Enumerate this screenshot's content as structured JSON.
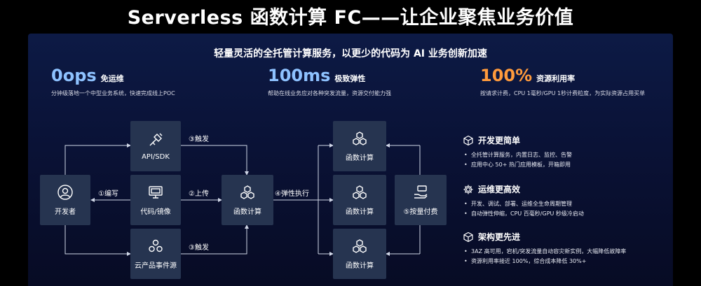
{
  "title": "Serverless 函数计算 FC——让企业聚焦业务价值",
  "subtitle": "轻量灵活的全托管计算服务，以更少的代码为 AI 业务创新加速",
  "metrics": [
    {
      "value": "0ops",
      "label": "免运维",
      "desc": "分钟级落地一个中型业务系统，快速完成线上POC",
      "color": "#8ec2ff"
    },
    {
      "value": "100ms",
      "label": "极致弹性",
      "desc": "帮助在线业务应对各种突发流量，资源交付能力强",
      "color": "#8ec2ff"
    },
    {
      "value": "100%",
      "label": "资源利用率",
      "desc": "按请求计费，CPU 1毫秒/GPU 1秒计费粒度，为实际资源占用买单",
      "color": "#ff9a3c"
    }
  ],
  "diagram": {
    "nodes": {
      "developer": "开发者",
      "api_sdk": "API/SDK",
      "code_image": "代码/镜像",
      "cloud_events": "云产品事件源",
      "fc_center": "函数计算",
      "fc_top": "函数计算",
      "fc_mid": "函数计算",
      "fc_bot": "函数计算",
      "billing": "⑤按量付费"
    },
    "edges": {
      "write": "①编写",
      "upload": "②上传",
      "trigger_top": "③触发",
      "trigger_bot": "③触发",
      "elastic": "④弹性执行"
    }
  },
  "features": [
    {
      "icon": "cube-icon",
      "title": "开发更简单",
      "items": [
        "全托管计算服务，内置日志、监控、告警",
        "应用中心 50+ 热门应用模板，开箱即用"
      ]
    },
    {
      "icon": "gear-icon",
      "title": "运维更高效",
      "items": [
        "开发、调试、部署、运维全生命周期管理",
        "自动弹性伸缩，CPU 百毫秒/GPU 秒级冷启动"
      ]
    },
    {
      "icon": "cube-icon",
      "title": "架构更先进",
      "items": [
        "3AZ 高可用，宕机/突发流量自动容灾新实例，大幅降低故障率",
        "资源利用率接近 100%，综合成本降低 30%+"
      ]
    }
  ]
}
